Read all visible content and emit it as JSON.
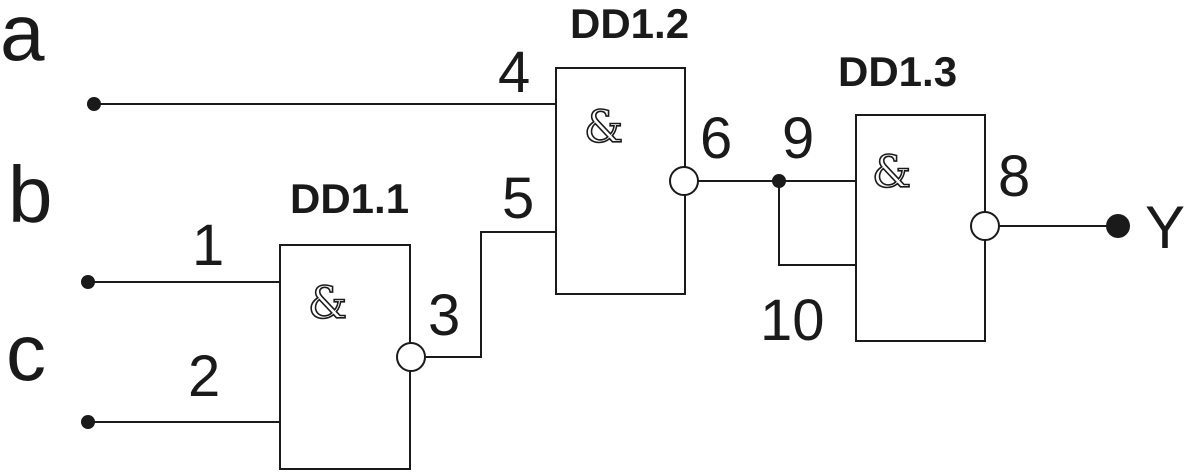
{
  "inputs": {
    "a": "a",
    "b": "b",
    "c": "c"
  },
  "output": "Y",
  "gates": {
    "dd11": {
      "label": "DD1.1",
      "symbol": "&"
    },
    "dd12": {
      "label": "DD1.2",
      "symbol": "&"
    },
    "dd13": {
      "label": "DD1.3",
      "symbol": "&"
    }
  },
  "pins": {
    "p1": "1",
    "p2": "2",
    "p3": "3",
    "p4": "4",
    "p5": "5",
    "p6": "6",
    "p8": "8",
    "p9": "9",
    "p10": "10"
  },
  "colors": {
    "ink": "#1a1a1a",
    "background": "#ffffff"
  }
}
